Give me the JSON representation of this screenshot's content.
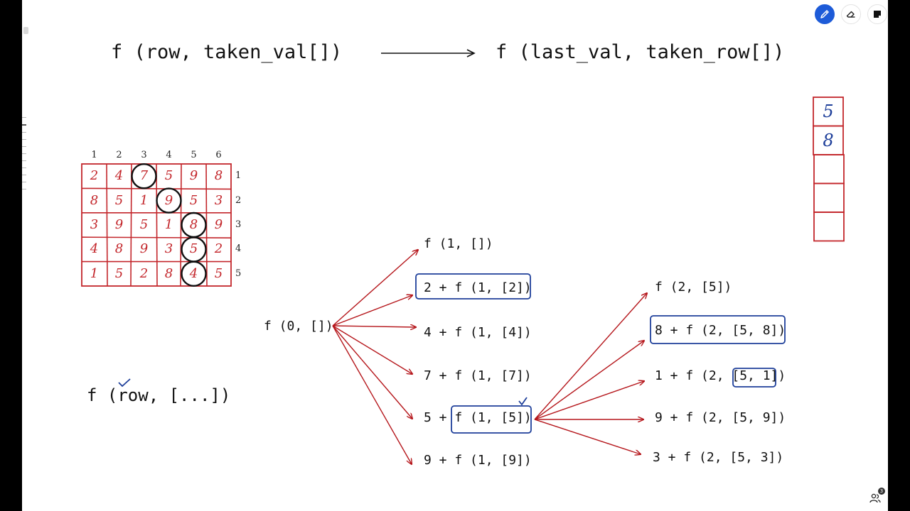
{
  "app": {
    "toolbar": {
      "pen_icon": "pen-icon",
      "eraser_icon": "eraser-icon",
      "sticky_note_icon": "sticky-note-icon"
    },
    "participants_count": "3",
    "accent_color": "#1d5bd8"
  },
  "board": {
    "heading_left": "f (row, taken_val[])",
    "heading_right": "f (last_val, taken_row[])",
    "grid": {
      "column_headers": [
        "1",
        "2",
        "3",
        "4",
        "5",
        "6"
      ],
      "row_headers": [
        "1",
        "2",
        "3",
        "4",
        "5"
      ],
      "rows": [
        [
          "2",
          "4",
          "7",
          "5",
          "9",
          "8"
        ],
        [
          "8",
          "5",
          "1",
          "9",
          "5",
          "3"
        ],
        [
          "3",
          "9",
          "5",
          "1",
          "8",
          "9"
        ],
        [
          "4",
          "8",
          "9",
          "3",
          "5",
          "2"
        ],
        [
          "1",
          "5",
          "2",
          "8",
          "4",
          "5"
        ]
      ],
      "circled_cells": [
        [
          1,
          3
        ],
        [
          2,
          4
        ],
        [
          3,
          5
        ],
        [
          4,
          5
        ],
        [
          5,
          5
        ]
      ],
      "grid_color": "#c3262b"
    },
    "stack": {
      "values": [
        "5",
        "8",
        "",
        "",
        ""
      ],
      "stack_color": "#c3262b",
      "value_color": "#1e3f9a"
    },
    "signature_note": "f (row, [...])",
    "tree": {
      "root": "f (0, [])",
      "level1": [
        "f (1, [])",
        "2 + f (1, [2])",
        "4 + f (1, [4])",
        "7 + f (1, [7])",
        "5 + f (1, [5])",
        "9 + f (1, [9])"
      ],
      "level2": [
        "f (2, [5])",
        "8 + f (2, [5, 8])",
        "1 + f (2, [5, 1])",
        "9 + f (2, [5, 9])",
        "3 + f (2, [5, 3])"
      ],
      "arrow_color": "#b5161b",
      "box_color": "#1e3f9a"
    }
  }
}
